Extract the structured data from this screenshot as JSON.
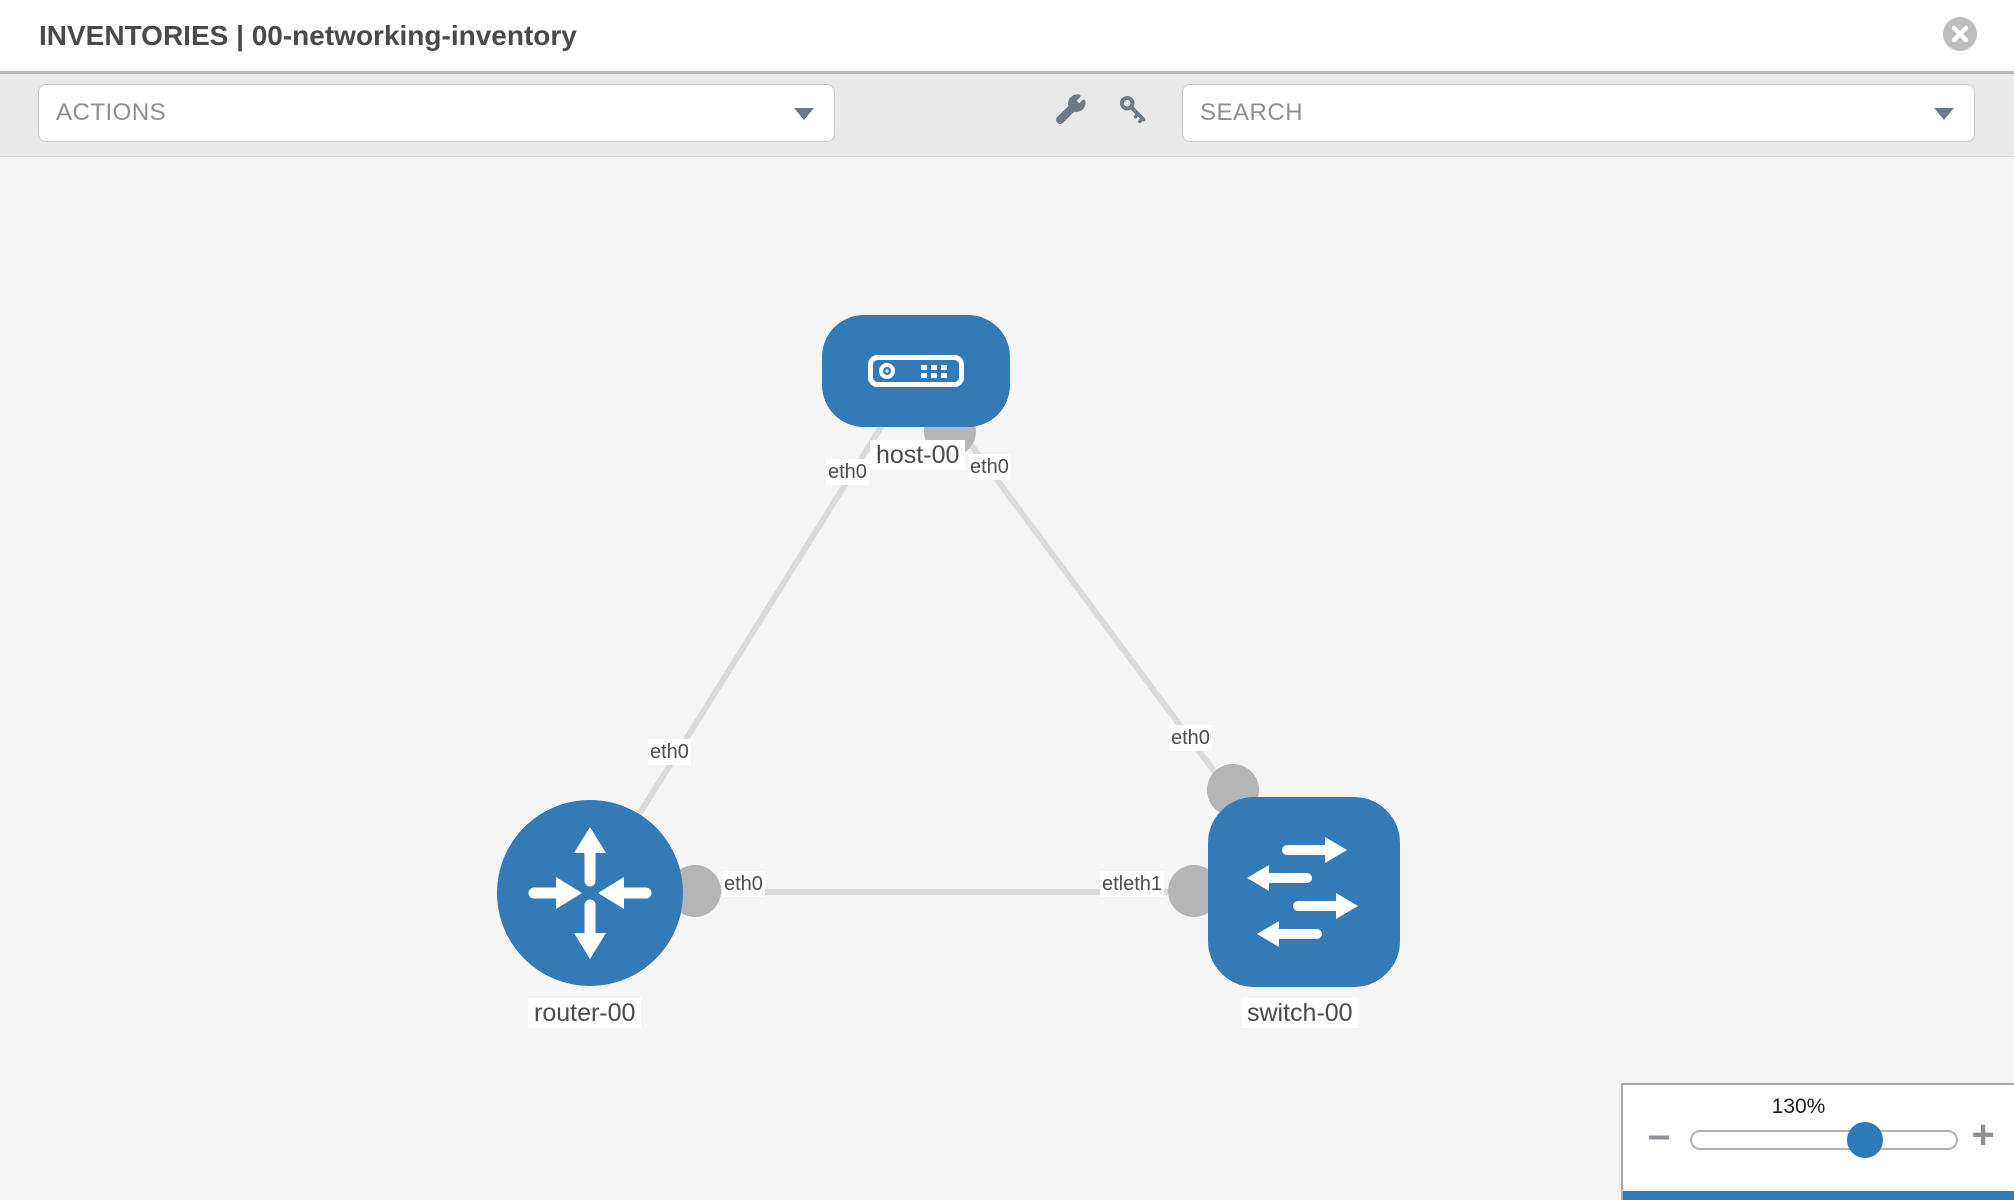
{
  "header": {
    "title": "INVENTORIES | 00-networking-inventory"
  },
  "toolbar": {
    "actions_label": "ACTIONS",
    "search_placeholder": "SEARCH",
    "icons": [
      "wrench-icon",
      "key-icon"
    ]
  },
  "topology": {
    "nodes": [
      {
        "label": "host-00",
        "type": "host"
      },
      {
        "label": "router-00",
        "type": "router"
      },
      {
        "label": "switch-00",
        "type": "switch"
      }
    ],
    "interfaces": {
      "host_left": "eth0",
      "host_right": "eth0",
      "router_top": "eth0",
      "router_right": "eth0",
      "switch_top": "eth0",
      "switch_left": "etleth1"
    },
    "links": [
      {
        "from": "router-00",
        "to": "host-00",
        "from_if": "eth0",
        "to_if": "eth0"
      },
      {
        "from": "host-00",
        "to": "switch-00",
        "from_if": "eth0",
        "to_if": "eth0"
      },
      {
        "from": "router-00",
        "to": "switch-00",
        "from_if": "eth0",
        "to_if": "eth1"
      }
    ]
  },
  "zoom_control": {
    "level": "130%",
    "minus": "–",
    "plus": "+"
  },
  "colors": {
    "node_blue": "#337ab7",
    "connector_gray": "#b5b5b5",
    "link_gray": "#dbdbdb",
    "canvas_bg": "#f5f5f5",
    "toolbar_bg": "#e9e9e9",
    "accent_bar_blue": "#2e7bb9"
  }
}
